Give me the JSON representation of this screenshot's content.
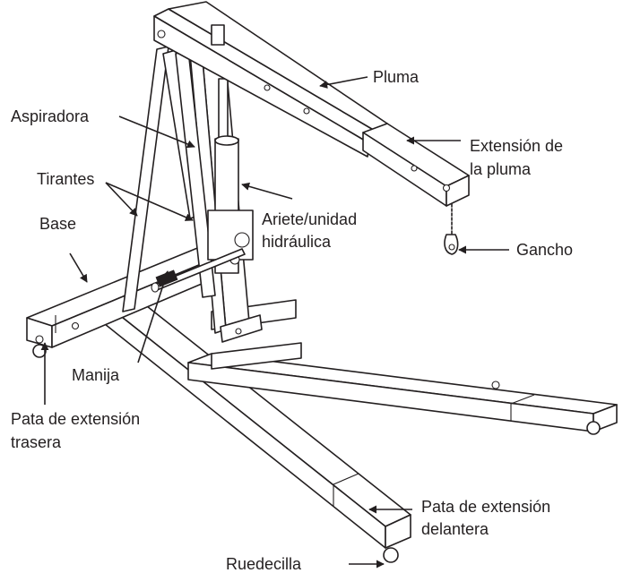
{
  "labels": {
    "pluma": "Pluma",
    "aspiradora": "Aspiradora",
    "extension_pluma_1": "Extensión de",
    "extension_pluma_2": "la pluma",
    "tirantes": "Tirantes",
    "base": "Base",
    "ariete_1": "Ariete/unidad",
    "ariete_2": "hidráulica",
    "gancho": "Gancho",
    "manija": "Manija",
    "pata_trasera_1": "Pata de extensión",
    "pata_trasera_2": "trasera",
    "pata_delantera_1": "Pata de extensión",
    "pata_delantera_2": "delantera",
    "ruedecilla": "Ruedecilla"
  },
  "colors": {
    "line": "#231f20",
    "background": "#ffffff"
  }
}
